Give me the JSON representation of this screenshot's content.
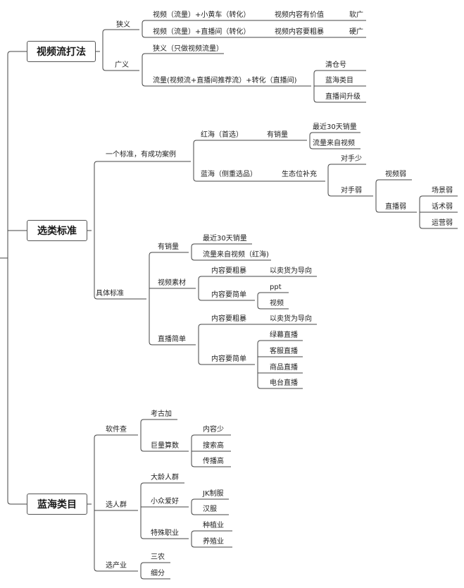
{
  "branches": [
    {
      "label": "视频流打法",
      "children": [
        {
          "label": "狭义",
          "rows": [
            {
              "a": "视频（流量）+小黄车（转化）",
              "b": "视频内容有价值",
              "c": "软广"
            },
            {
              "a": "视频（流量）+直播间（转化）",
              "b": "视频内容要粗暴",
              "c": "硬广"
            }
          ]
        },
        {
          "label": "广义",
          "items": [
            "狭义（只做视频流量）",
            "流量(视频流+直播间推荐流）+转化（直播间)"
          ],
          "leaves": [
            "清仓号",
            "蓝海类目",
            "直播间升级"
          ]
        }
      ]
    },
    {
      "label": "选类标准",
      "children": [
        {
          "label": "一个标准，有成功案例",
          "red": {
            "label": "红海（首选）",
            "sub": "有销量",
            "leaves": [
              "最近30天销量",
              "流量来自视频"
            ]
          },
          "blue": {
            "label": "蓝海（侧重选品）",
            "sub": "生态位补充",
            "opp_few": "对手少",
            "opp_weak": "对手弱",
            "weak": [
              "视频弱",
              "直播弱"
            ],
            "live_weak": [
              "场景弱",
              "话术弱",
              "运营弱"
            ]
          }
        },
        {
          "label": "具体标准",
          "sales": {
            "label": "有销量",
            "leaves": [
              "最近30天销量",
              "流量来自视频（红海)"
            ]
          },
          "video": {
            "label": "视频素材",
            "crude": "内容要粗暴",
            "crude_leaf": "以卖货为导向",
            "simple": "内容要简单",
            "simple_leaves": [
              "ppt",
              "视频"
            ]
          },
          "live": {
            "label": "直播简单",
            "crude": "内容要粗暴",
            "crude_leaf": "以卖货为导向",
            "simple": "内容要简单",
            "simple_leaves": [
              "绿幕直播",
              "客服直播",
              "商品直播",
              "电台直播"
            ]
          }
        }
      ]
    },
    {
      "label": "蓝海类目",
      "children": [
        {
          "label": "软件查",
          "items": [
            "考古加",
            "巨量算数"
          ],
          "leaves": [
            "内容少",
            "搜索高",
            "传播高"
          ]
        },
        {
          "label": "选人群",
          "items": [
            "大龄人群",
            "小众爱好",
            "特殊职业"
          ],
          "hobby_leaves": [
            "JK制服",
            "汉服"
          ],
          "job_leaves": [
            "种植业",
            "养殖业"
          ]
        },
        {
          "label": "选产业",
          "items": [
            "三农",
            "细分"
          ]
        }
      ]
    }
  ]
}
